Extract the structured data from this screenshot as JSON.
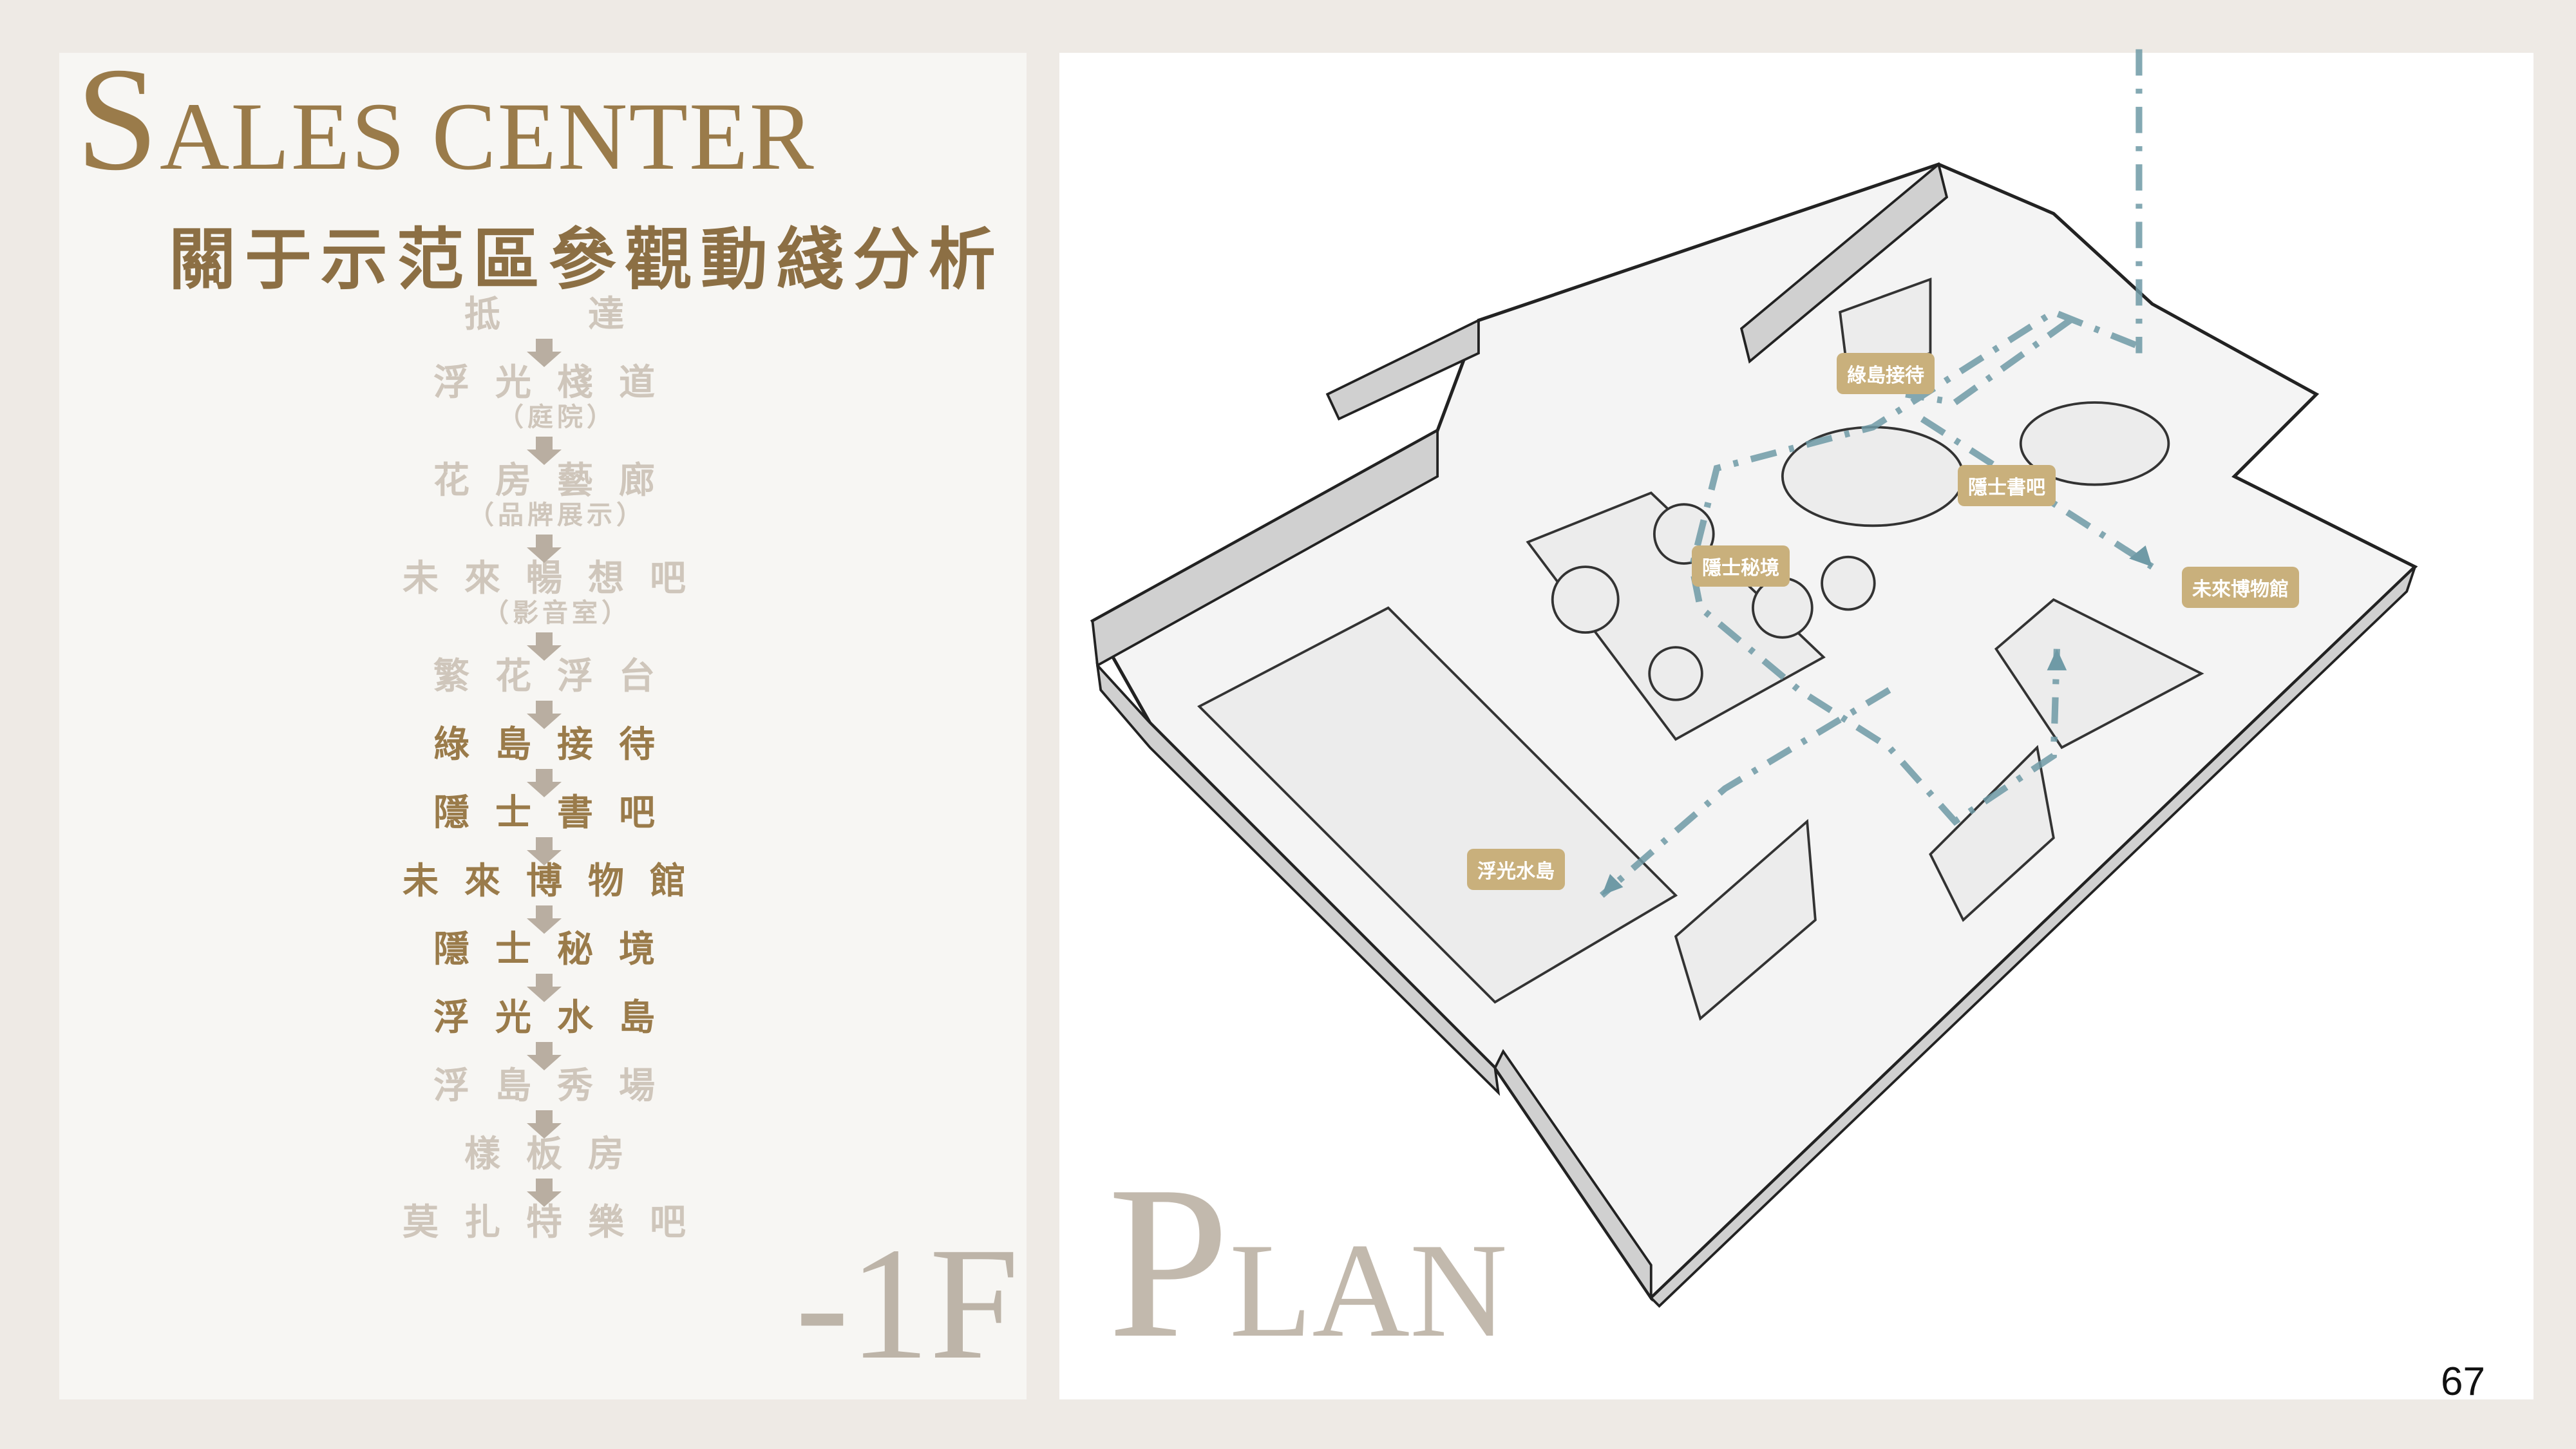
{
  "header": {
    "title": "SALES CENTER",
    "subtitle": "關于示范區參觀動綫分析"
  },
  "route": [
    {
      "main": "抵　達",
      "sub": null,
      "active": false
    },
    {
      "main": "浮光棧道",
      "sub": "（庭院）",
      "active": false
    },
    {
      "main": "花房藝廊",
      "sub": "（品牌展示）",
      "active": false
    },
    {
      "main": "未來暢想吧",
      "sub": "（影音室）",
      "active": false
    },
    {
      "main": "繁花浮台",
      "sub": null,
      "active": false
    },
    {
      "main": "綠島接待",
      "sub": null,
      "active": true
    },
    {
      "main": "隱士書吧",
      "sub": null,
      "active": true
    },
    {
      "main": "未來博物館",
      "sub": null,
      "active": true
    },
    {
      "main": "隱士秘境",
      "sub": null,
      "active": true
    },
    {
      "main": "浮光水島",
      "sub": null,
      "active": true
    },
    {
      "main": "浮島秀場",
      "sub": null,
      "active": false
    },
    {
      "main": "樣板房",
      "sub": null,
      "active": false
    },
    {
      "main": "莫扎特樂吧",
      "sub": null,
      "active": false
    }
  ],
  "floor": "-1F",
  "plan_word": {
    "first": "P",
    "rest": "LAN"
  },
  "plan_labels": [
    "綠島接待",
    "隱士書吧",
    "隱士秘境",
    "未來博物館",
    "浮光水島"
  ],
  "page_number": "67",
  "colors": {
    "accent": "#9a7b4a",
    "faded": "#cfc6bb",
    "tag": "#c9b07c",
    "route_line": "#6f9aa6"
  }
}
